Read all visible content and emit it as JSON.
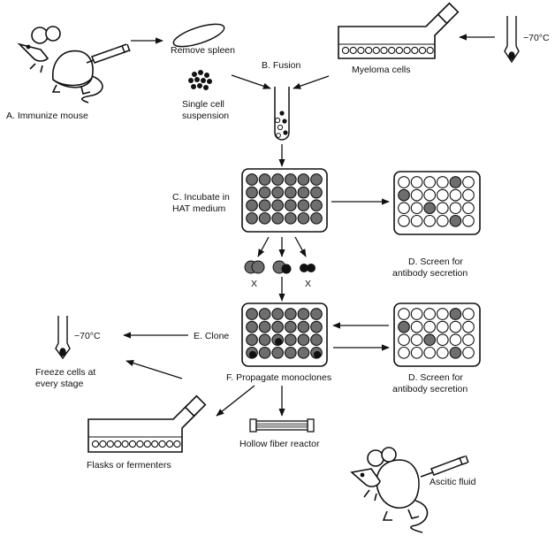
{
  "labels": {
    "immunize": "A. Immunize mouse",
    "remove_spleen": "Remove spleen",
    "single_cell_1": "Single cell",
    "single_cell_2": "suspension",
    "fusion": "B. Fusion",
    "myeloma": "Myeloma cells",
    "temp_top": "−70°C",
    "incubate_1": "C. Incubate in",
    "incubate_2": "HAT medium",
    "screen1_1": "D. Screen for",
    "screen1_2": "antibody secretion",
    "x_left": "X",
    "x_right": "X",
    "temp_left": "−70°C",
    "clone": "E. Clone",
    "freeze_1": "Freeze cells at",
    "freeze_2": "every stage",
    "propagate": "F. Propagate monoclones",
    "screen2_1": "D. Screen for",
    "screen2_2": "antibody secretion",
    "hollow_fiber": "Hollow fiber reactor",
    "flasks": "Flasks or fermenters",
    "ascitic": "Ascitic fluid"
  },
  "colors": {
    "ink": "#111111",
    "dark_well": "#6e6e6e",
    "light_well": "#ffffff",
    "black_cell": "#111111"
  }
}
